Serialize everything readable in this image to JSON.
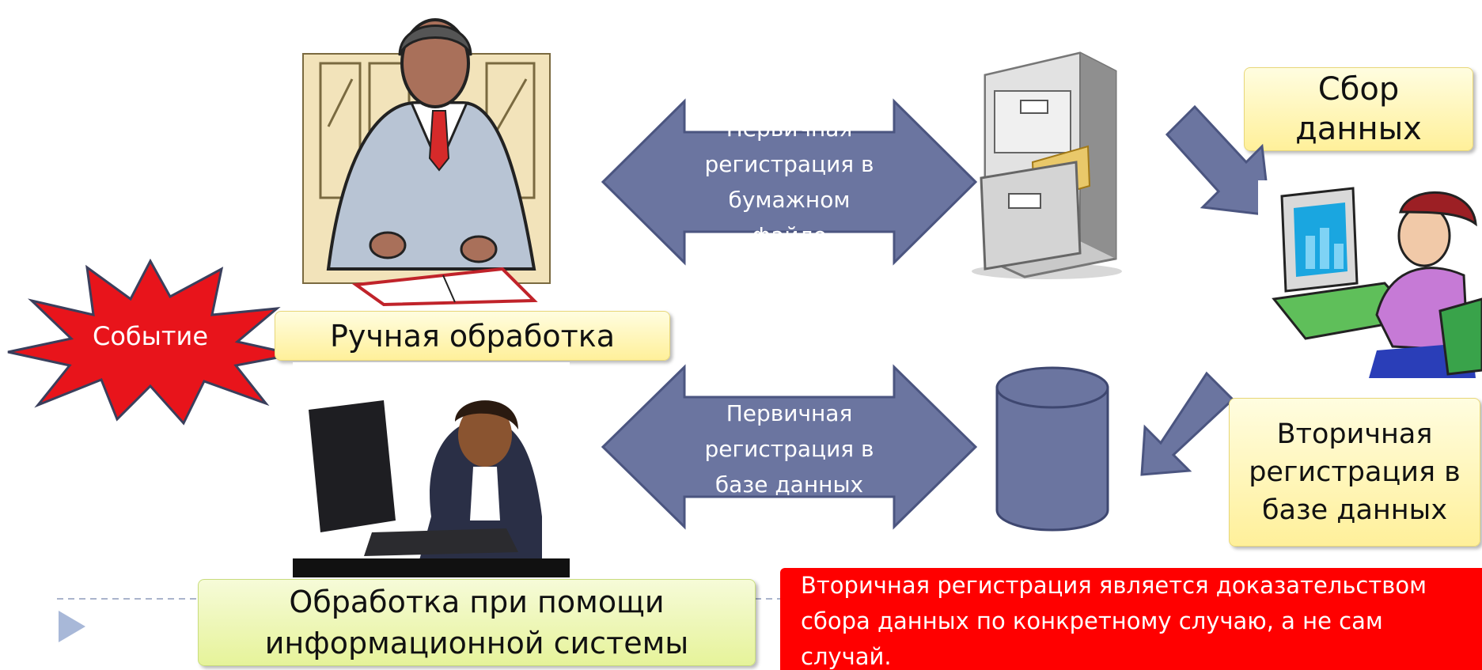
{
  "colors": {
    "arrow_fill": "#6b75a0",
    "arrow_stroke": "#4b5580",
    "burst_fill": "#e8141b",
    "red_box": "#ff0000",
    "yellow_box": "#fff2a0",
    "green_box": "#eaf5a8"
  },
  "event": {
    "label": "Событие"
  },
  "manual": {
    "label": "Ручная обработка",
    "icon": "clerk-writing-illustration"
  },
  "is_processing": {
    "label": "Обработка при помощи информационной системы",
    "icon": "woman-at-computer-photo"
  },
  "paper_arrow": {
    "lines": [
      "Первичная",
      "регистрация в",
      "бумажном",
      "файле"
    ]
  },
  "db_arrow": {
    "lines": [
      "Первичная",
      "регистрация в",
      "базе данных"
    ]
  },
  "collection": {
    "label": "Сбор данных",
    "icon": "analyst-at-computer-illustration"
  },
  "secondary": {
    "lines": [
      "Вторичная",
      "регистрация в",
      "базе данных"
    ]
  },
  "note": {
    "text": "Вторичная регистрация является доказательством сбора данных по конкретному случаю, а не сам случай."
  },
  "icons": {
    "cabinet": "file-cabinet-icon",
    "database": "database-cylinder-icon",
    "slide_bullet": "play-triangle-icon"
  }
}
